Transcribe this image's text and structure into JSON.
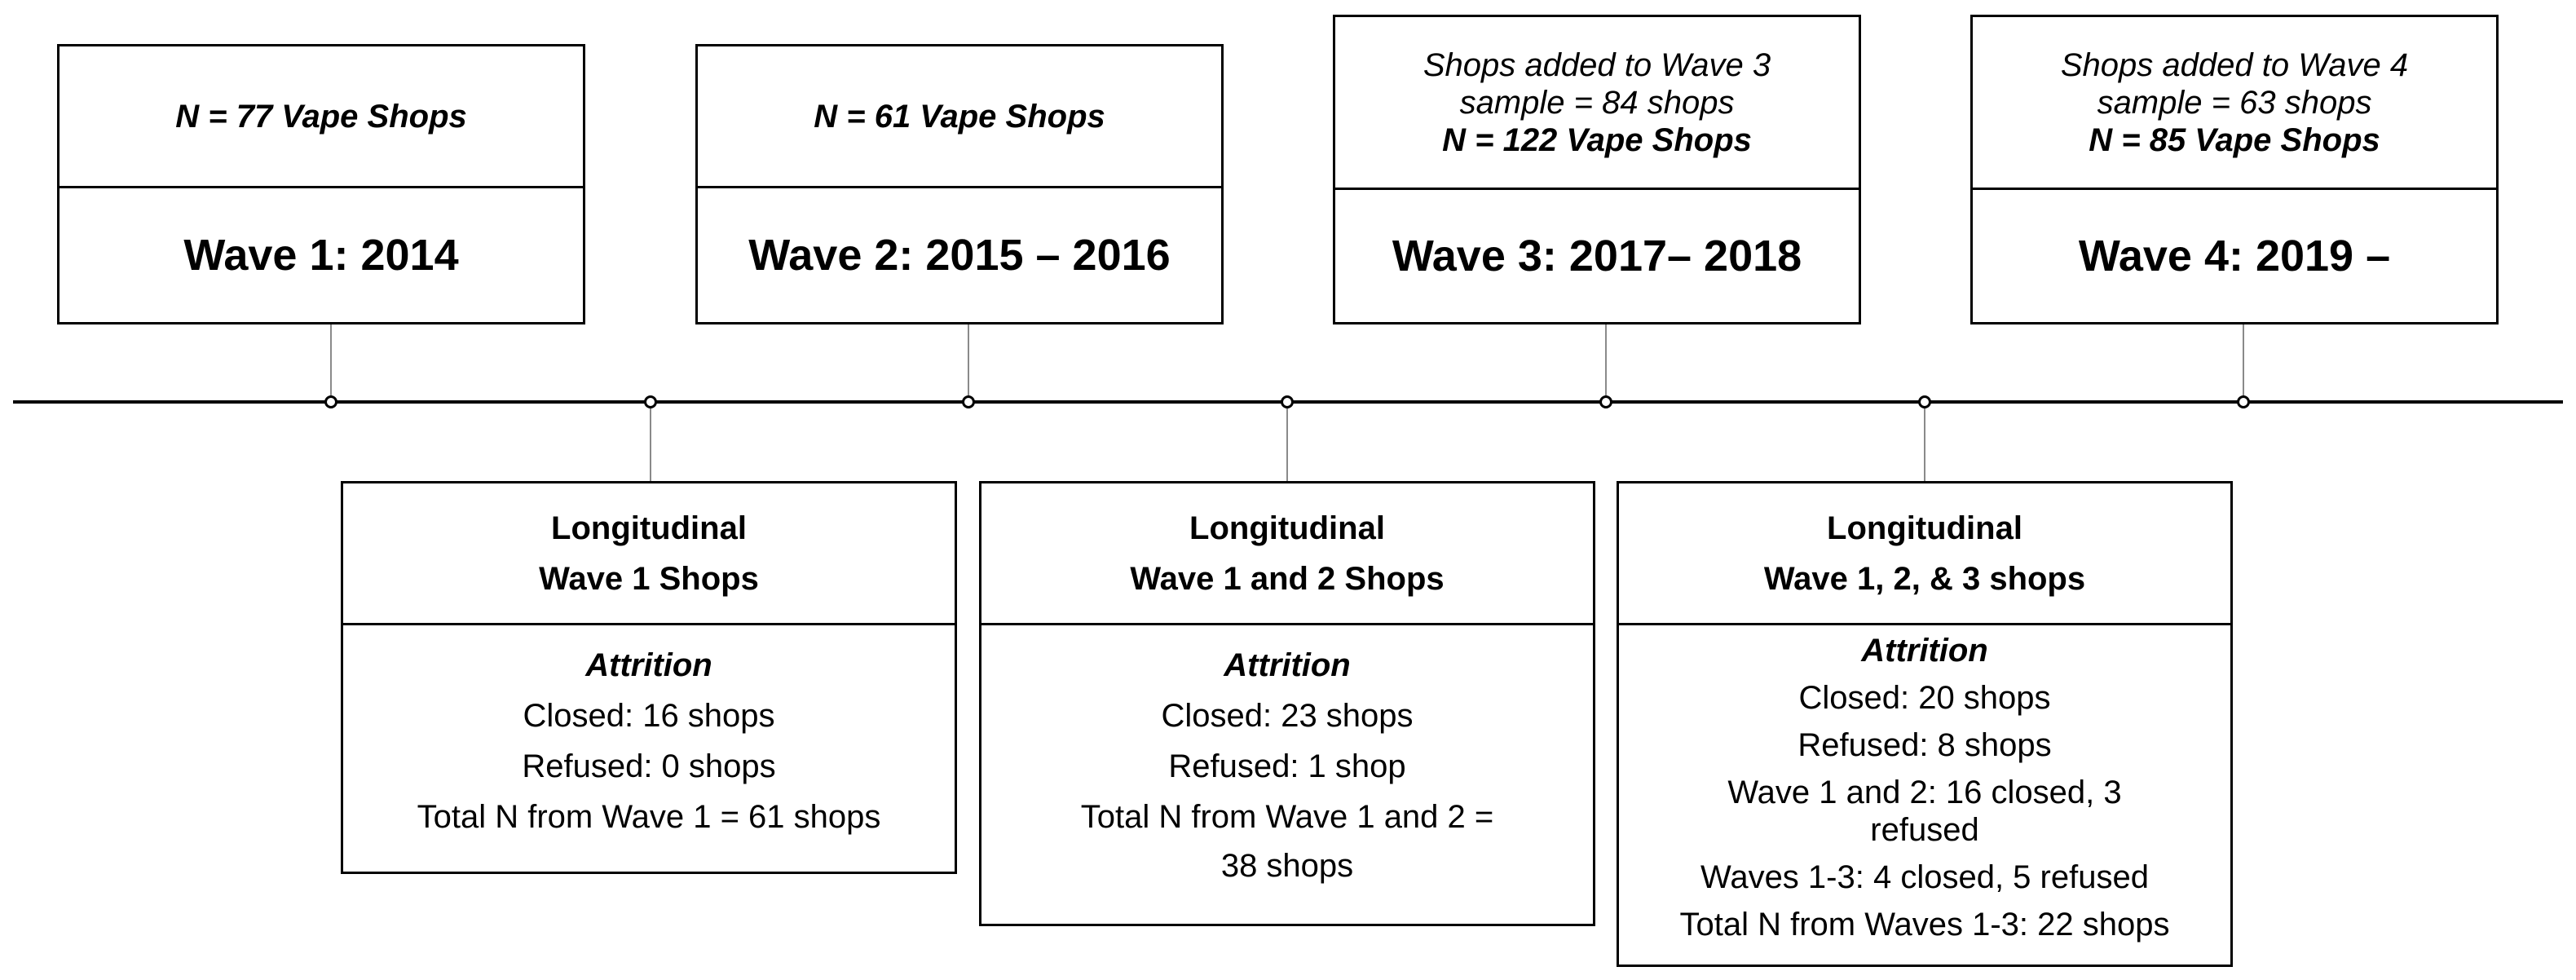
{
  "waves": [
    {
      "sample_note": "",
      "n_label": "N = 77 Vape Shops",
      "title": "Wave 1: 2014"
    },
    {
      "sample_note": "",
      "n_label": "N = 61 Vape Shops",
      "title": "Wave 2: 2015 – 2016"
    },
    {
      "sample_note_1": "Shops added to Wave 3",
      "sample_note_2": "sample = 84 shops",
      "n_label": "N = 122 Vape Shops",
      "title": "Wave 3: 2017– 2018"
    },
    {
      "sample_note_1": "Shops added to Wave 4",
      "sample_note_2": "sample = 63 shops",
      "n_label": "N = 85 Vape Shops",
      "title": "Wave 4: 2019 –"
    }
  ],
  "longitudinal": [
    {
      "heading_1": "Longitudinal",
      "heading_2": "Wave 1 Shops",
      "attrition_label": "Attrition",
      "lines": [
        "Closed: 16 shops",
        "Refused: 0 shops",
        "Total N from Wave 1 = 61 shops"
      ]
    },
    {
      "heading_1": "Longitudinal",
      "heading_2": "Wave 1 and 2 Shops",
      "attrition_label": "Attrition",
      "lines": [
        "Closed: 23 shops",
        "Refused: 1 shop",
        "Total N from Wave 1 and 2 =",
        "38 shops"
      ]
    },
    {
      "heading_1": "Longitudinal",
      "heading_2": "Wave 1, 2, & 3 shops",
      "attrition_label": "Attrition",
      "lines": [
        "Closed: 20 shops",
        "Refused: 8 shops",
        "Wave 1 and 2: 16 closed, 3",
        "refused",
        "Waves 1-3: 4 closed, 5 refused",
        "Total N from Waves 1-3: 22 shops"
      ]
    }
  ]
}
